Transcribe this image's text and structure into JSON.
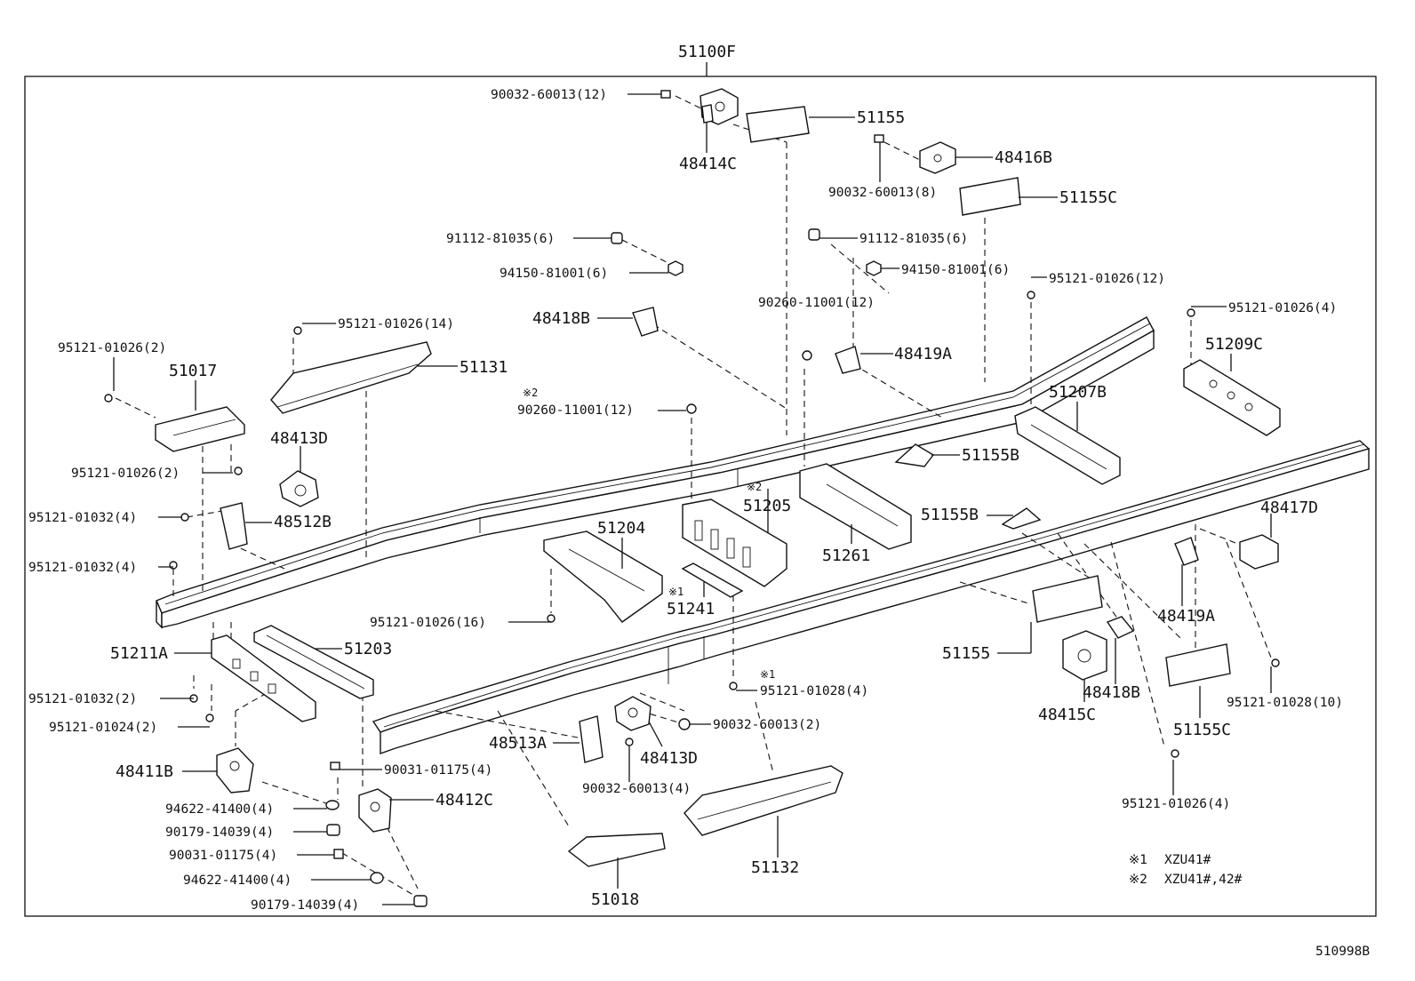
{
  "header": {
    "assembly": "51100F"
  },
  "footer": {
    "code": "510998B"
  },
  "notes": [
    {
      "mark": "※1",
      "text": "XZU41#"
    },
    {
      "mark": "※2",
      "text": "XZU41#,42#"
    }
  ],
  "labels": [
    "90032-60013(12)",
    "48414C",
    "51155",
    "48416B",
    "90032-60013(8)",
    "51155C",
    "91112-81035(6)",
    "94150-81001(6)",
    "91112-81035(6)",
    "94150-81001(6)",
    "95121-01026(12)",
    "95121-01026(4)",
    "48418B",
    "90260-11001(12)",
    "48419A",
    "95121-01026(14)",
    "51209C",
    "95121-01026(2)",
    "51017",
    "51131",
    "51207B",
    "※2",
    "90260-11001(12)",
    "48413D",
    "51155B",
    "95121-01026(2)",
    "※2",
    "51205",
    "51155B",
    "48417D",
    "95121-01032(4)",
    "48512B",
    "51204",
    "51261",
    "95121-01032(4)",
    "48419A",
    "※1",
    "51241",
    "95121-01026(16)",
    "51155",
    "51211A",
    "51203",
    "48418B",
    "95121-01028(10)",
    "※1",
    "95121-01028(4)",
    "95121-01032(2)",
    "48415C",
    "51155C",
    "95121-01024(2)",
    "48513A",
    "90032-60013(2)",
    "48413D",
    "48411B",
    "90031-01175(4)",
    "90032-60013(4)",
    "95121-01026(4)",
    "94622-41400(4)",
    "48412C",
    "90179-14039(4)",
    "90031-01175(4)",
    "51132",
    "94622-41400(4)",
    "51018",
    "90179-14039(4)"
  ]
}
